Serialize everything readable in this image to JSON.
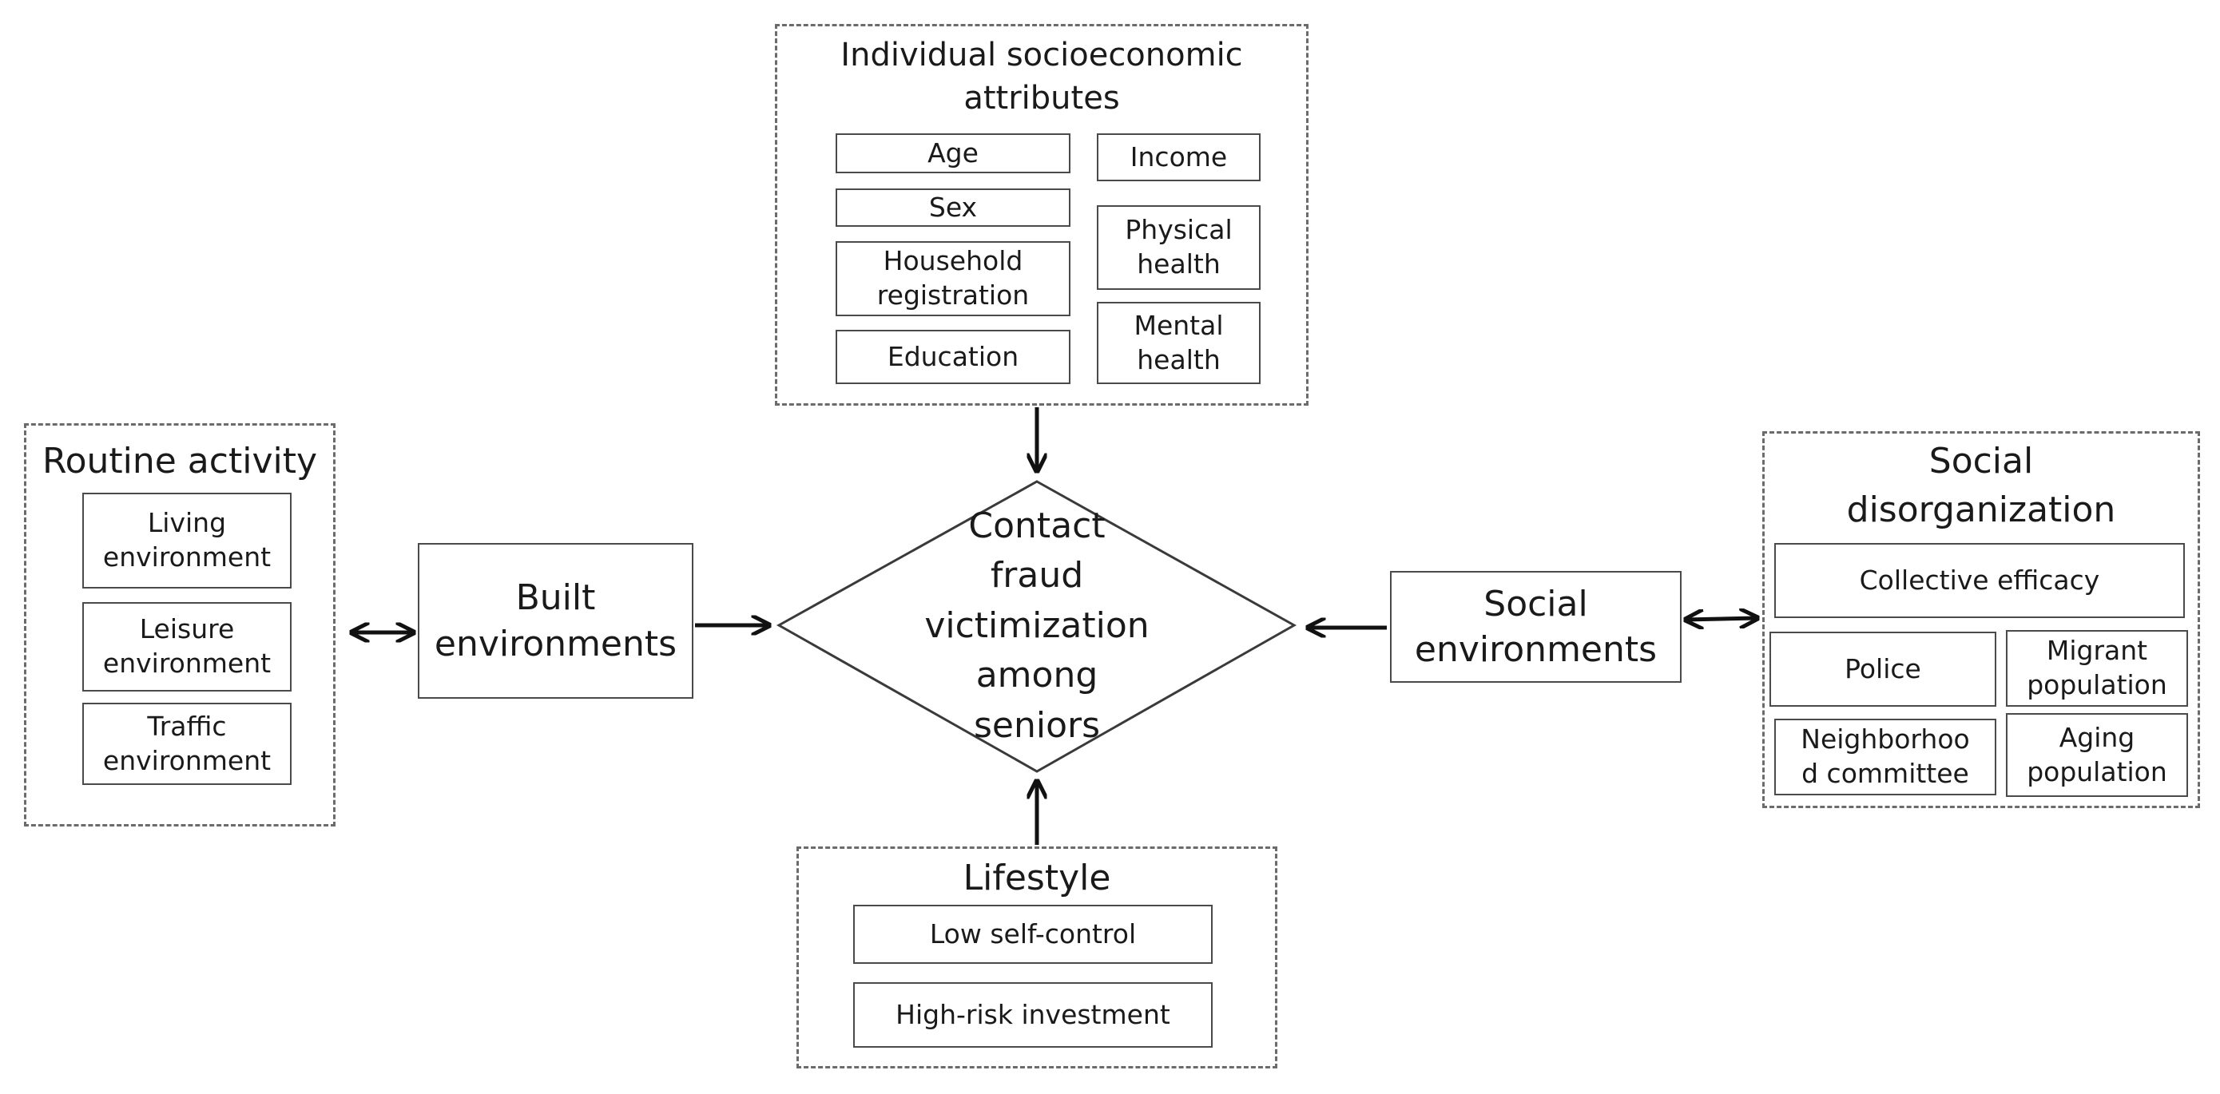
{
  "individual": {
    "title": [
      "Individual socioeconomic",
      "attributes"
    ],
    "age": "Age",
    "sex": "Sex",
    "household": [
      "Household",
      "registration"
    ],
    "education": "Education",
    "income": "Income",
    "physical": [
      "Physical",
      "health"
    ],
    "mental": [
      "Mental",
      "health"
    ]
  },
  "routine": {
    "title": "Routine activity",
    "living": [
      "Living",
      "environment"
    ],
    "leisure": [
      "Leisure",
      "environment"
    ],
    "traffic": [
      "Traffic",
      "environment"
    ]
  },
  "built": [
    "Built",
    "environments"
  ],
  "center": [
    "Contact",
    "fraud",
    "victimization",
    "among",
    "seniors"
  ],
  "social_env": [
    "Social",
    "environments"
  ],
  "social_dis": {
    "title": [
      "Social",
      "disorganization"
    ],
    "collective": "Collective efficacy",
    "police": "Police",
    "migrant": [
      "Migrant",
      "population"
    ],
    "neighborhood": [
      "Neighborhoo",
      "d committee"
    ],
    "aging": [
      "Aging",
      "population"
    ]
  },
  "lifestyle": {
    "title": "Lifestyle",
    "low_self_control": "Low self-control",
    "high_risk": "High-risk investment"
  }
}
